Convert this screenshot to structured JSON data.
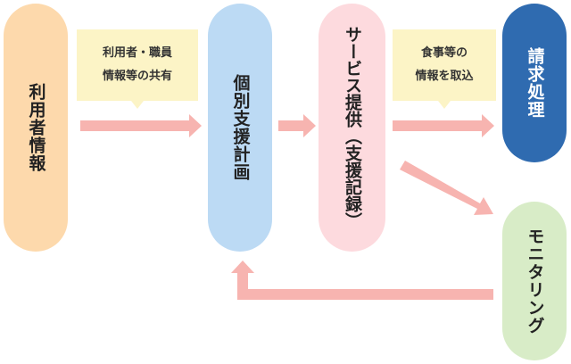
{
  "nodes": {
    "user_info": "利用者情報",
    "individual_plan": "個別支援計画",
    "service_provision": "サービス提供（支援記録）",
    "billing": "請求処理",
    "monitoring": "モニタリング"
  },
  "callouts": {
    "share": [
      "利用者・職員",
      "情報等の共有"
    ],
    "meal": [
      "食事等の",
      "情報を取込"
    ]
  },
  "colors": {
    "user_info": "#fdd9ac",
    "individual_plan": "#bcdaf4",
    "service_provision": "#fddade",
    "billing": "#2f6bb0",
    "monitoring": "#d8ecc7",
    "arrow": "#f7b4b0",
    "callout": "#fcf4c6"
  }
}
